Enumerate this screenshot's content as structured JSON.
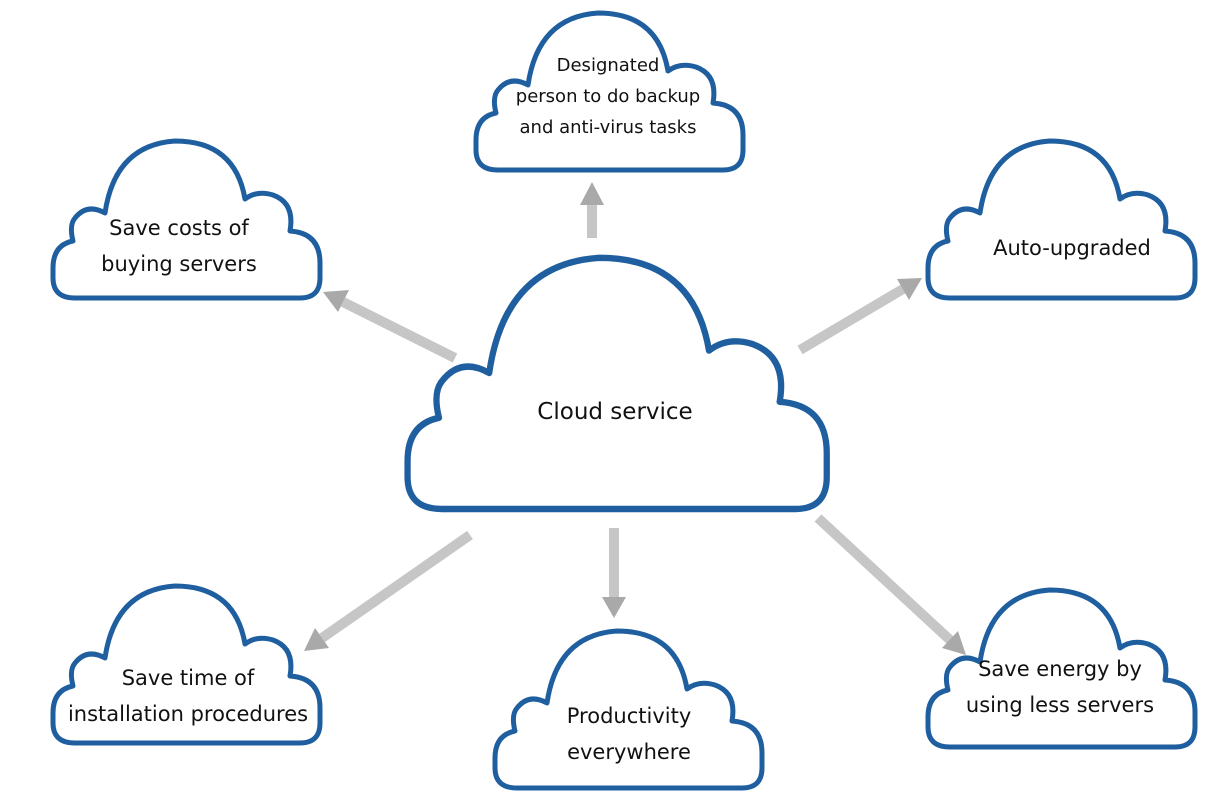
{
  "diagram": {
    "center": {
      "line1": "Cloud service"
    },
    "nodes": {
      "top": {
        "line1": "Designated",
        "line2": "person to do backup",
        "line3": "and anti-virus tasks"
      },
      "top_left": {
        "line1": "Save costs of",
        "line2": "buying servers"
      },
      "top_right": {
        "line1": "Auto-upgraded"
      },
      "bottom_left": {
        "line1": "Save time of",
        "line2": "installation procedures"
      },
      "bottom_center": {
        "line1": "Productivity",
        "line2": "everywhere"
      },
      "bottom_right": {
        "line1": "Save energy by",
        "line2": "using less servers"
      }
    },
    "colors": {
      "cloud_outline": "#1f5f9f",
      "arrow": "#a9a9a9",
      "background": "#ffffff"
    }
  }
}
